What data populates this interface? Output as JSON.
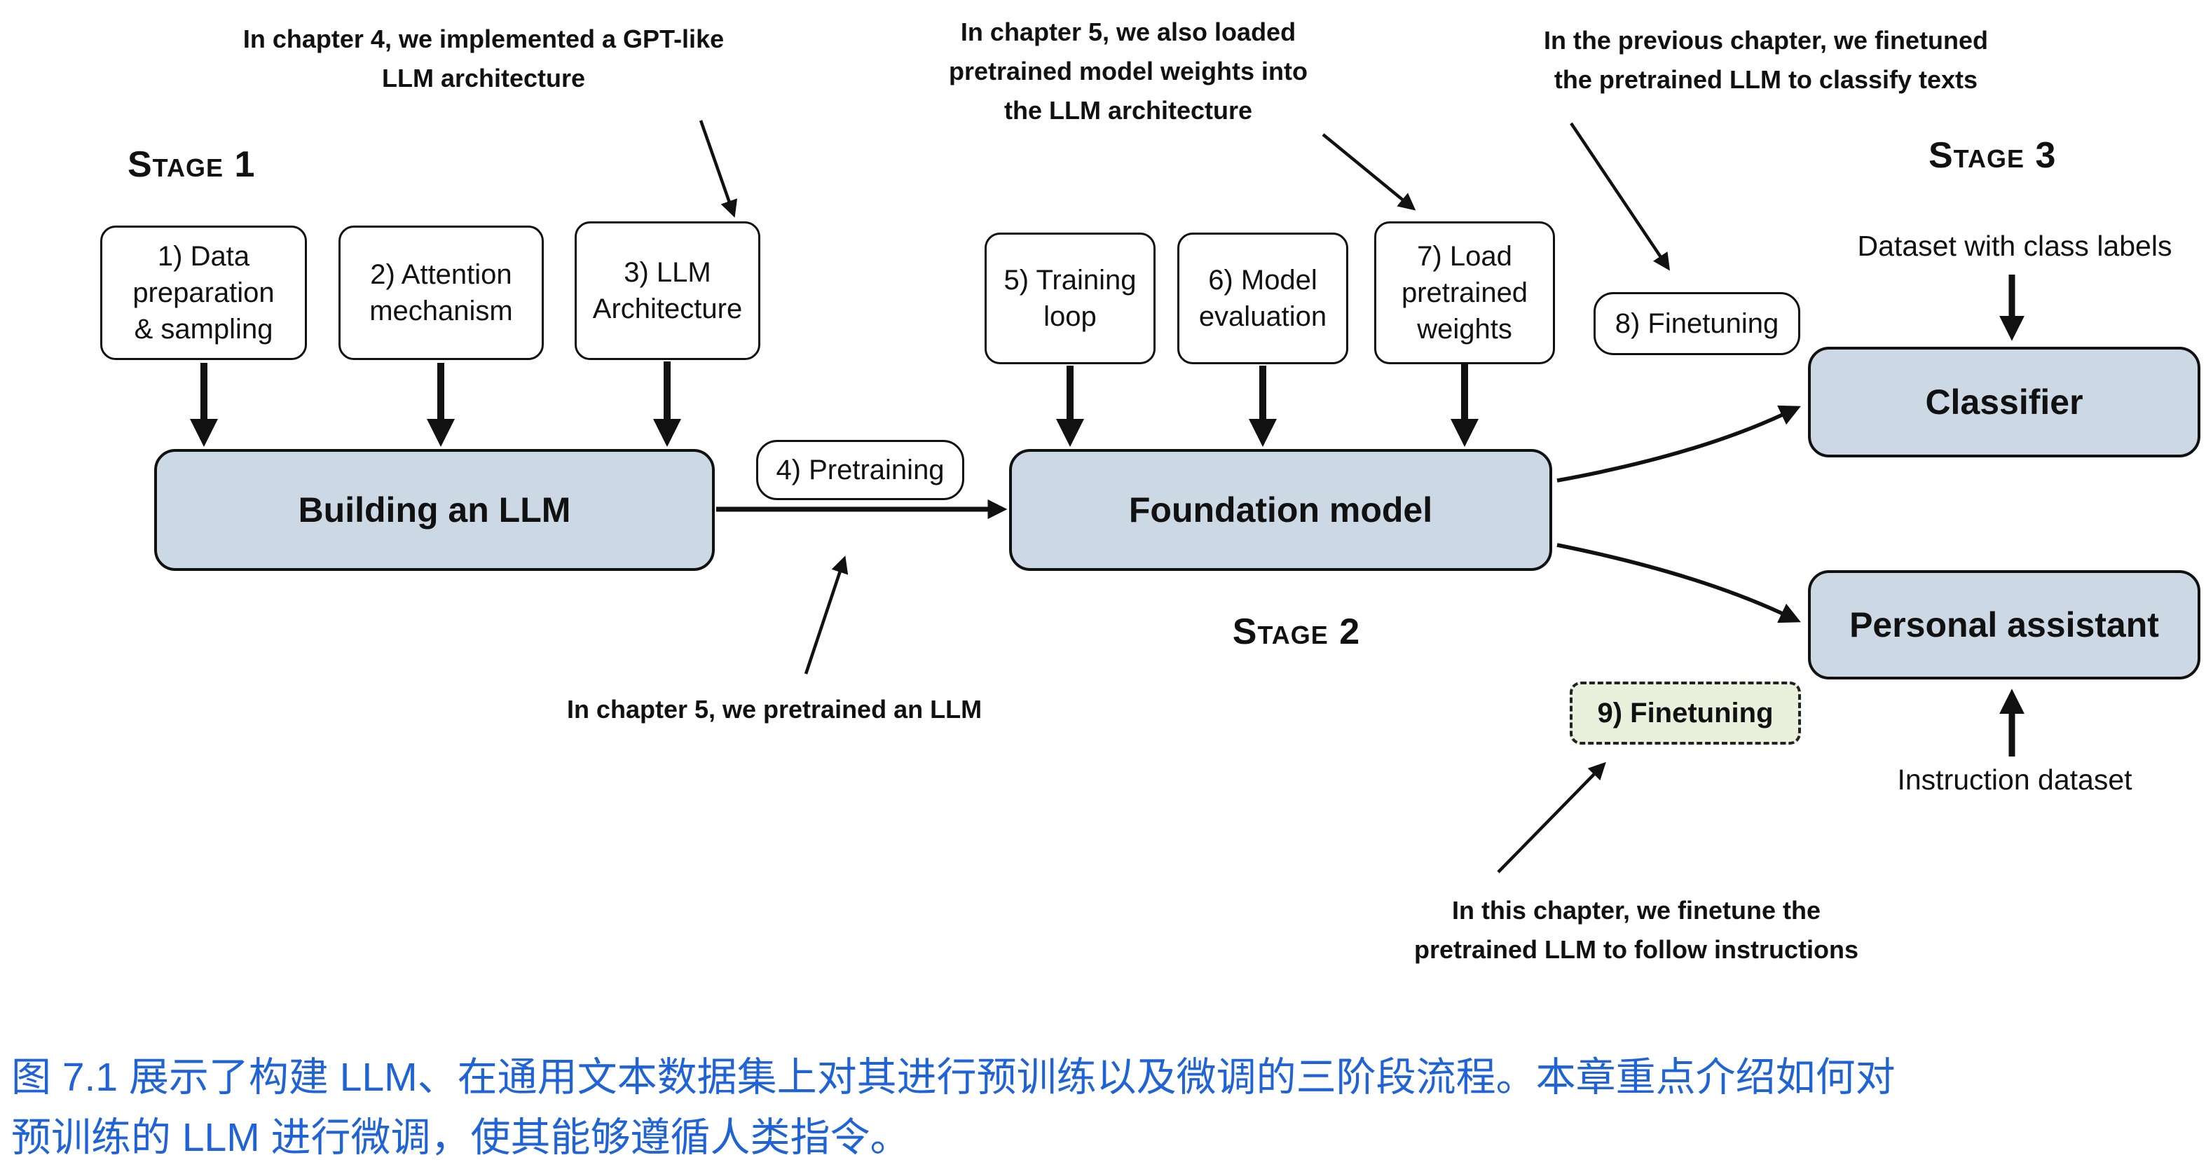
{
  "colors": {
    "bar_fill": "#ccd9e5",
    "box_border": "#111111",
    "finetuning9_fill": "#e9f0dc",
    "caption_color": "#1f63d6"
  },
  "stages": {
    "stage1": "Stage 1",
    "stage2": "Stage 2",
    "stage3": "Stage 3"
  },
  "steps": {
    "s1": "1) Data\npreparation\n& sampling",
    "s2": "2) Attention\nmechanism",
    "s3": "3) LLM\nArchitecture",
    "s4": "4) Pretraining",
    "s5": "5) Training\nloop",
    "s6": "6) Model\nevaluation",
    "s7": "7) Load\npretrained\nweights",
    "s8": "8) Finetuning",
    "s9": "9) Finetuning"
  },
  "bars": {
    "building": "Building an LLM",
    "foundation": "Foundation model",
    "classifier": "Classifier",
    "assistant": "Personal assistant"
  },
  "labels": {
    "dataset_class": "Dataset with class labels",
    "instruction_dataset": "Instruction dataset"
  },
  "annotations": {
    "chapter4": "In chapter 4, we implemented a GPT-like\nLLM architecture",
    "chapter5_weights": "In chapter 5, we also loaded\npretrained model weights into\nthe LLM architecture",
    "prev_chapter": "In the previous chapter, we finetuned\nthe pretrained LLM to classify texts",
    "chapter5_pretrain": "In chapter 5, we pretrained an LLM",
    "this_chapter": "In this chapter, we finetune the\npretrained LLM to follow instructions"
  },
  "caption": {
    "text": "图 7.1 展示了构建 LLM、在通用文本数据集上对其进行预训练以及微调的三阶段流程。本章重点介绍如何对\n预训练的 LLM 进行微调，使其能够遵循人类指令。"
  }
}
